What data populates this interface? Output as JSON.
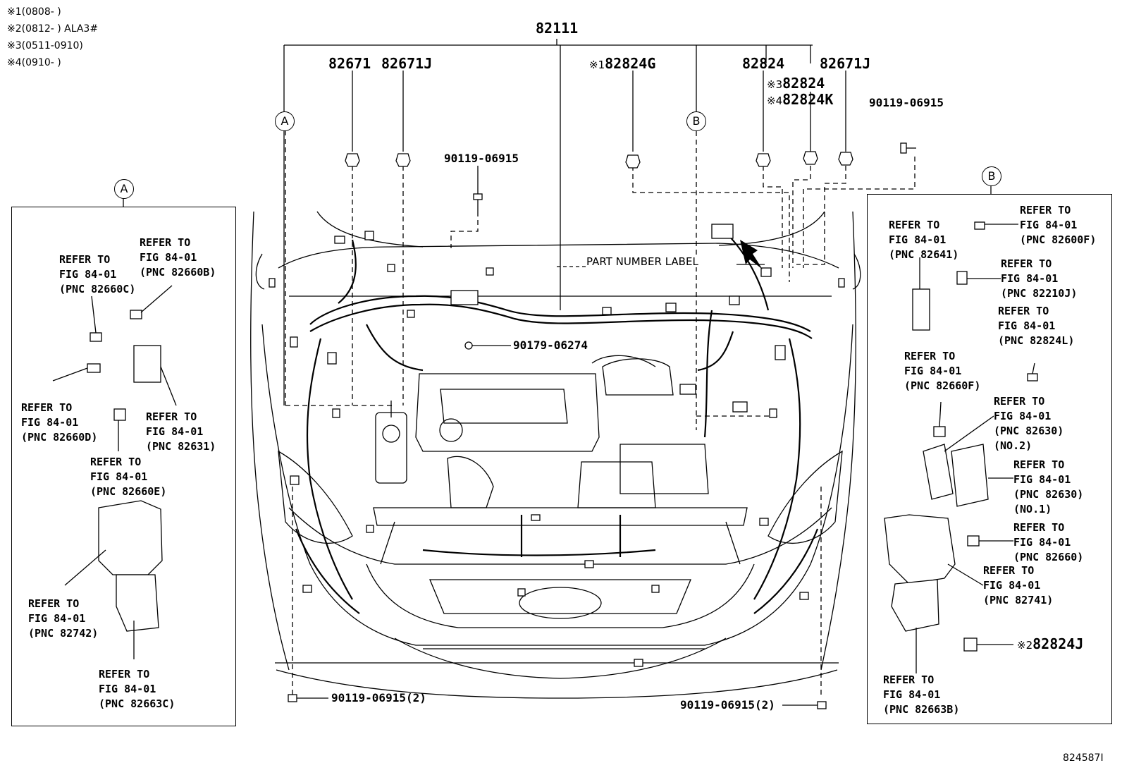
{
  "notes": [
    {
      "mark": "※1",
      "text": "(0808-        )"
    },
    {
      "mark": "※2",
      "text": "(0812-        ) ALA3#"
    },
    {
      "mark": "※3",
      "text": "(0511-0910)"
    },
    {
      "mark": "※4",
      "text": "(0910-        )"
    }
  ],
  "main_part": "82111",
  "callouts": {
    "p82671": "82671",
    "p82671j_left": "82671J",
    "p82824g": "82824G",
    "p82824g_mark": "※1",
    "p82824": "82824",
    "p82671j_right": "82671J",
    "p82824_alt": "82824",
    "p82824_alt_mark": "※3",
    "p82824k": "82824K",
    "p82824k_mark": "※4",
    "bolt_top_left": "90119-06915",
    "bolt_top_right": "90119-06915",
    "bolt_mid": "90179-06274",
    "bolt_bottom_left": "90119-06915(2)",
    "bolt_bottom_right": "90119-06915(2)",
    "part_number_label": "PART NUMBER LABEL",
    "p82824j": "82824J",
    "p82824j_mark": "※2"
  },
  "markers": {
    "a": "A",
    "b": "B"
  },
  "panel_a": {
    "marker": "A",
    "refs": [
      "REFER TO\nFIG 84-01\n(PNC 82660B)",
      "REFER TO\nFIG 84-01\n(PNC 82660C)",
      "REFER TO\nFIG 84-01\n(PNC 82660D)",
      "REFER TO\nFIG 84-01\n(PNC 82631)",
      "REFER TO\nFIG 84-01\n(PNC 82660E)",
      "REFER TO\nFIG 84-01\n(PNC 82742)",
      "REFER TO\nFIG 84-01\n(PNC 82663C)"
    ]
  },
  "panel_b": {
    "marker": "B",
    "refs": [
      "REFER TO\nFIG 84-01\n(PNC 82641)",
      "REFER TO\nFIG 84-01\n(PNC 82600F)",
      "REFER TO\nFIG 84-01\n(PNC 82210J)",
      "REFER TO\nFIG 84-01\n(PNC 82824L)",
      "REFER TO\nFIG 84-01\n(PNC 82660F)",
      "REFER TO\nFIG 84-01\n(PNC 82630)\n(NO.2)",
      "REFER TO\nFIG 84-01\n(PNC 82630)\n(NO.1)",
      "REFER TO\nFIG 84-01\n(PNC 82660)",
      "REFER TO\nFIG 84-01\n(PNC 82741)",
      "REFER TO\nFIG 84-01\n(PNC 82663B)"
    ]
  },
  "figure_id": "824587I"
}
